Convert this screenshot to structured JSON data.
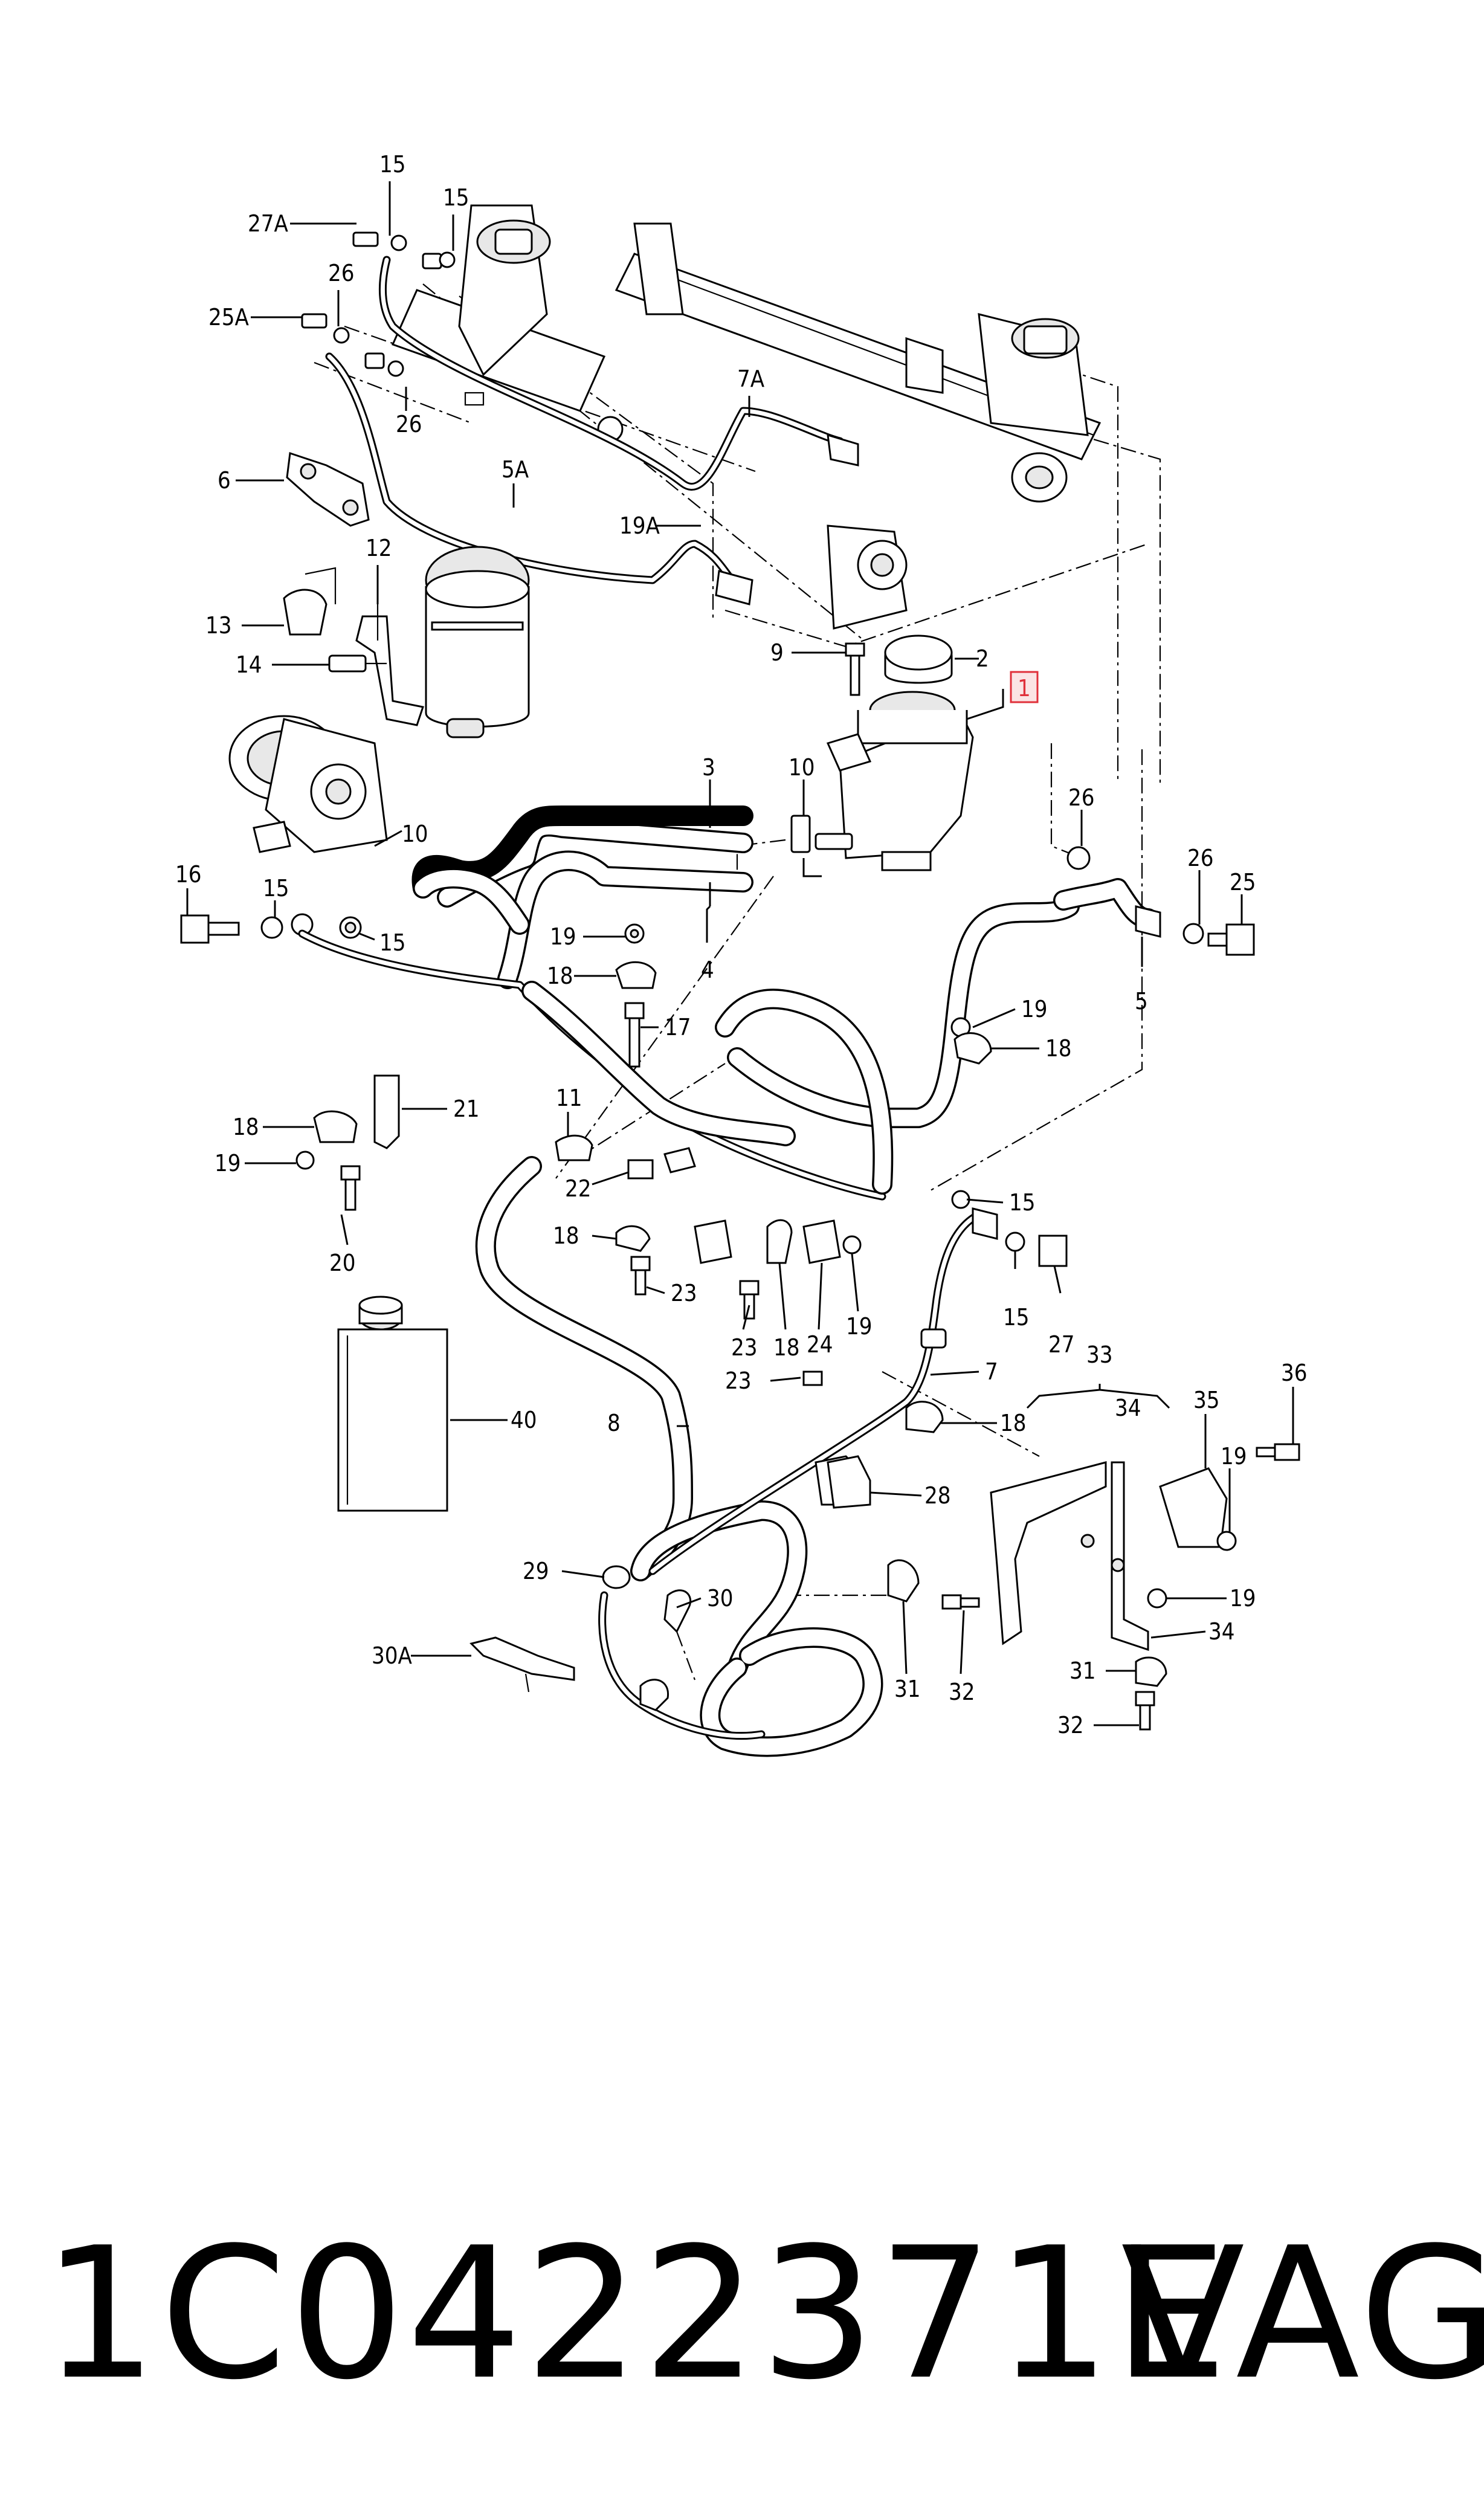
{
  "diagram": {
    "part_number": "1C0422371E",
    "brand": "VAG",
    "highlight_color": "#e0303a",
    "callouts": {
      "c15a": "15",
      "c15b": "15",
      "c27A": "27A",
      "c26a": "26",
      "c25A": "25A",
      "c26b": "26",
      "c7A": "7A",
      "c5A": "5A",
      "c6": "6",
      "c19A": "19A",
      "c12": "12",
      "c13": "13",
      "c14": "14",
      "c9": "9",
      "c2": "2",
      "c1": "1",
      "c3": "3",
      "c10a": "10",
      "c10b": "10",
      "c26c": "26",
      "c26d": "26",
      "c25": "25",
      "c16": "16",
      "c15c": "15",
      "c15d": "15",
      "c19a": "19",
      "c18a": "18",
      "c4": "4",
      "c17": "17",
      "c5": "5",
      "c19b": "19",
      "c18b": "18",
      "c21": "21",
      "c18c": "18",
      "c19c": "19",
      "c20": "20",
      "c11": "11",
      "c22": "22",
      "c15e": "15",
      "c18d": "18",
      "c23a": "23",
      "c23b": "23",
      "c18e": "18",
      "c24": "24",
      "c19d": "19",
      "c15f": "15",
      "c27": "27",
      "c7": "7",
      "c23c": "23",
      "c33": "33",
      "c34a": "34",
      "c36": "36",
      "c35": "35",
      "c8": "8",
      "c40": "40",
      "c18f": "18",
      "c19e": "19",
      "c28": "28",
      "c29": "29",
      "c30": "30",
      "c19f": "19",
      "c30A": "30A",
      "c31a": "31",
      "c32a": "32",
      "c34b": "34",
      "c31b": "31",
      "c32b": "32"
    }
  }
}
